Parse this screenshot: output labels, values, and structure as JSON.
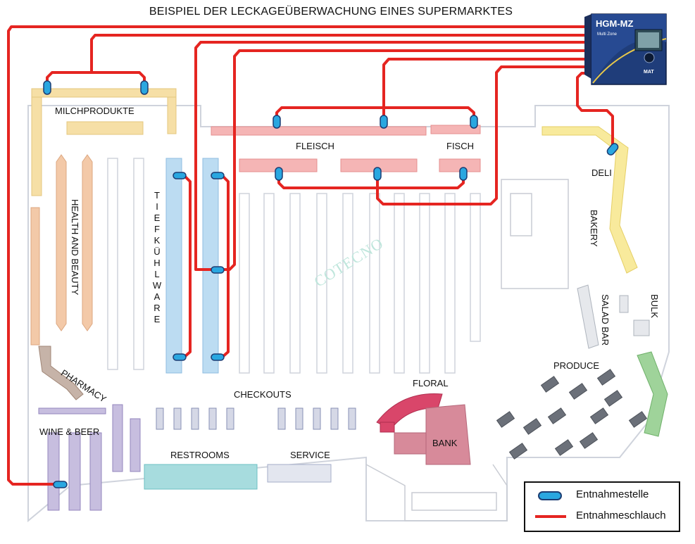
{
  "title": "BEISPIEL DER LECKAGEÜBERWACHUNG EINES SUPERMARKTES",
  "watermark": "COTECNO",
  "device": {
    "model": "HGM-MZ",
    "subtitle": "Multi Zone",
    "brand": "MAT"
  },
  "areas": {
    "dairy": "MILCHPRODUKTE",
    "meat": "FLEISCH",
    "fish": "FISCH",
    "deli": "DELI",
    "health_beauty": "HEALTH AND BEAUTY",
    "frozen_letters": [
      "T",
      "I",
      "E",
      "F",
      "K",
      "Ü",
      "H",
      "L",
      "W",
      "A",
      "R",
      "E"
    ],
    "bakery": "BAKERY",
    "salad_bar": "SALAD BAR",
    "bulk": "BULK",
    "pharmacy": "PHARMACY",
    "checkouts": "CHECKOUTS",
    "floral": "FLORAL",
    "produce": "PRODUCE",
    "wine_beer": "WINE & BEER",
    "restrooms": "RESTROOMS",
    "service": "SERVICE",
    "bank": "BANK"
  },
  "legend": {
    "sampling_point": "Entnahmestelle",
    "sampling_hose": "Entnahmeschlauch"
  },
  "colors": {
    "hose": "#e52521",
    "point_fill": "#2aa7e0",
    "point_stroke": "#1c3d73",
    "dairy_case": "#f6dfa6",
    "meat_case": "#f5b5b5",
    "frozen_case": "#bcdcf2",
    "floral": "#d9466a",
    "produce_green": "#9fd39a"
  }
}
